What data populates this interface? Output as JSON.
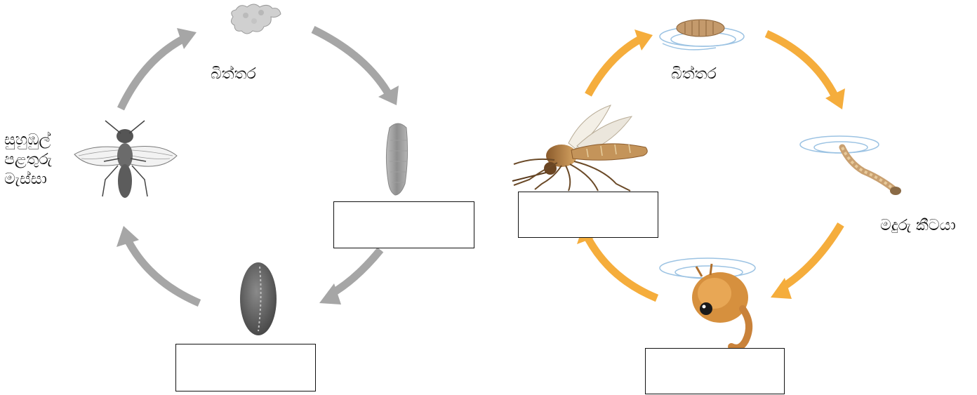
{
  "fly_cycle": {
    "egg_label": "බිත්තර",
    "adult_label": "සුහුඹුල්\nපළතුරු\nමැස්සා",
    "arrow_color": "#a6a6a6",
    "stages": [
      "egg-cluster",
      "larva",
      "pupa",
      "adult-fruit-fly"
    ]
  },
  "mosquito_cycle": {
    "egg_label": "බිත්තර",
    "larva_label": "මදුරු කීටයා",
    "arrow_color": "#f5ad3c",
    "stages": [
      "egg-raft",
      "larva",
      "pupa",
      "adult-mosquito"
    ]
  },
  "answer_boxes": [
    "",
    "",
    "",
    ""
  ]
}
